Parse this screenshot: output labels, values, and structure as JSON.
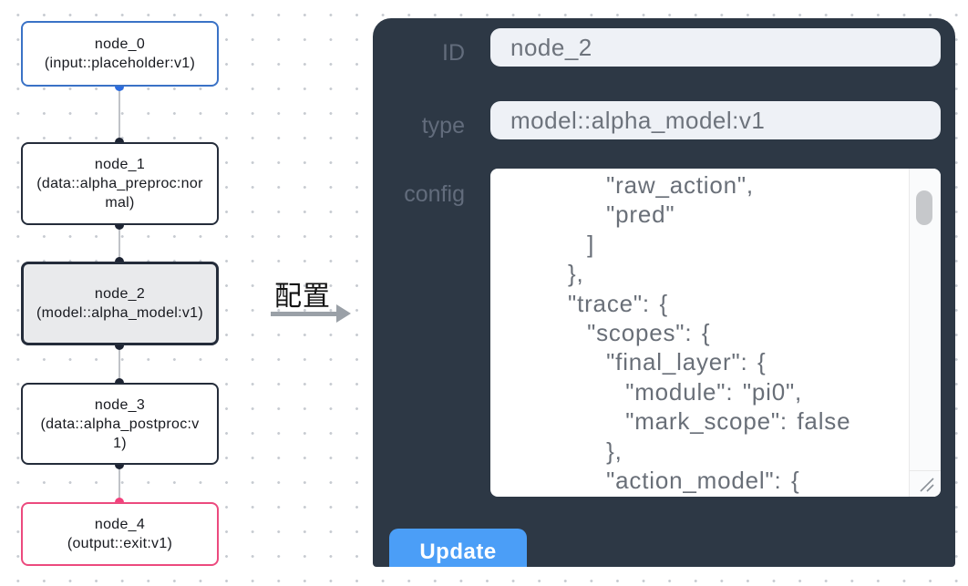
{
  "flow": {
    "nodes": [
      {
        "title": "node_0",
        "subtitle": "(input::placeholder:v1)",
        "variant": "input",
        "selected": false
      },
      {
        "title": "node_1",
        "subtitle": "(data::alpha_preproc:normal)",
        "variant": "default",
        "selected": false
      },
      {
        "title": "node_2",
        "subtitle": "(model::alpha_model:v1)",
        "variant": "selected",
        "selected": true
      },
      {
        "title": "node_3",
        "subtitle": "(data::alpha_postproc:v1)",
        "variant": "default",
        "selected": false
      },
      {
        "title": "node_4",
        "subtitle": "(output::exit:v1)",
        "variant": "output",
        "selected": false
      }
    ]
  },
  "transition": {
    "label": "配置"
  },
  "panel": {
    "id_field": {
      "label": "ID",
      "value": "node_2"
    },
    "type_field": {
      "label": "type",
      "value": "model::alpha_model:v1"
    },
    "config_field": {
      "label": "config",
      "value": "      \"raw_action\",\n      \"pred\"\n    ]\n  },\n  \"trace\": {\n    \"scopes\": {\n      \"final_layer\": {\n        \"module\": \"pi0\",\n        \"mark_scope\": false\n      },\n      \"action_model\": {"
    },
    "update_button": "Update"
  },
  "colors": {
    "panel_bg": "#2d3845",
    "button_blue": "#4b9ef7",
    "input_bg": "#eef1f6",
    "node_default_border": "#242c3a",
    "node_input_border": "#3a72c6",
    "node_output_border": "#ec4a7e",
    "node_selected_bg": "#e9eaec",
    "port_blue": "#2b6be0",
    "port_dark": "#1d2433",
    "port_pink": "#f2417c"
  }
}
